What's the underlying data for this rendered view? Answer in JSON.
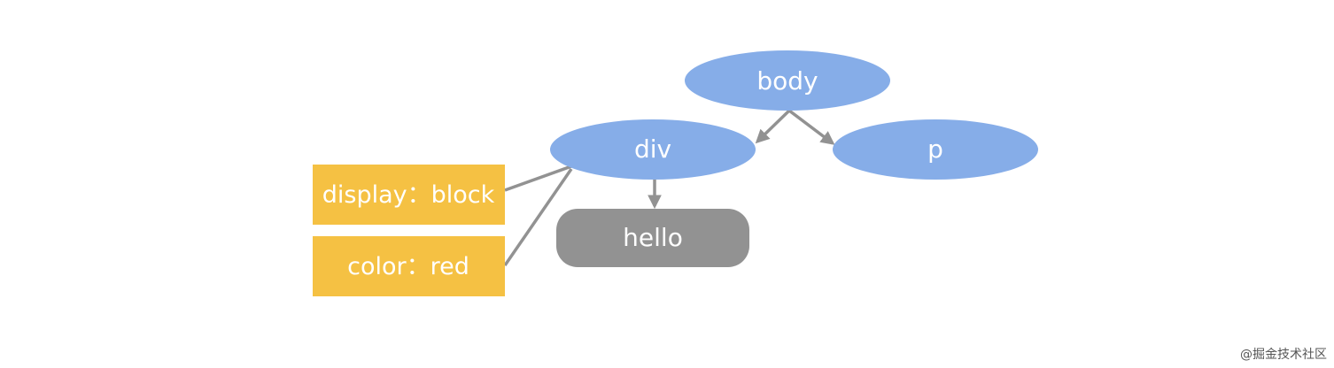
{
  "colors": {
    "element_node": "#86ADE8",
    "text_node": "#929292",
    "style_box": "#F5C143",
    "connector": "#929292",
    "label_text": "#FFFFFF"
  },
  "tree": {
    "root": {
      "label": "body"
    },
    "children": [
      {
        "label": "div"
      },
      {
        "label": "p"
      }
    ],
    "text_node": {
      "label": "hello"
    }
  },
  "styles": [
    {
      "label": "display：block"
    },
    {
      "label": "color：red"
    }
  ],
  "watermark": "@掘金技术社区"
}
